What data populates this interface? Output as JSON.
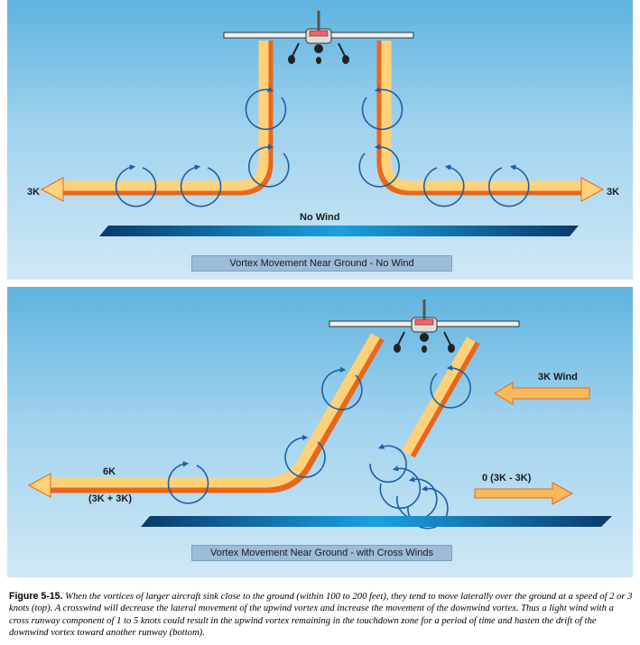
{
  "top_panel": {
    "left_speed": "3K",
    "right_speed": "3K",
    "wind_label": "No Wind",
    "caption": "Vortex Movement Near Ground - No Wind"
  },
  "bottom_panel": {
    "left_speed": "6K",
    "left_formula": "(3K + 3K)",
    "wind_label": "3K Wind",
    "right_formula": "0 (3K - 3K)",
    "caption": "Vortex Movement Near Ground - with Cross Winds"
  },
  "figure_caption": {
    "label": "Figure 5-15.",
    "text": "When the vortices of larger aircraft sink close to the ground (within 100 to 200 feet), they tend to move laterally over the ground at a speed of 2 or 3 knots (top). A crosswind will decrease the lateral movement of the upwind vortex and increase the movement of the downwind vortex. Thus a light wind with a cross runway component of 1 to 5 knots could result in the upwind vortex remaining in the touchdown zone for a period of time and hasten the drift of the downwind vortex toward another runway (bottom)."
  },
  "colors": {
    "vortex_trail": "#ffd27a",
    "trail_shadow": "#e8671c",
    "vortex_circle": "#1d5fa6",
    "wind_arrow": "#f7b95a",
    "caption_box": "#9cbcd8"
  },
  "icons": [
    "airplane-icon",
    "vortex-circle-icon",
    "arrow-left-icon",
    "arrow-right-icon"
  ]
}
